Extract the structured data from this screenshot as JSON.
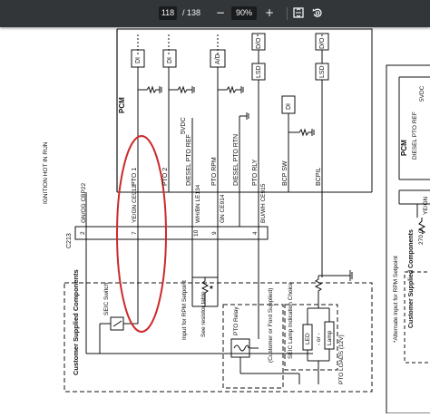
{
  "toolbar": {
    "current_page": "118",
    "page_separator": "/ 138",
    "zoom_out_symbol": "−",
    "zoom_value": "90%",
    "zoom_in_symbol": "+",
    "fit_icon": "fit-page-icon",
    "rotate_icon": "rotate-icon"
  },
  "diagram": {
    "pcm_label": "PCM",
    "boxes": [
      "DI",
      "DI",
      "A/D",
      "D/O",
      "LSD",
      "DI",
      "D/O",
      "LSD"
    ],
    "pins": [
      "PTO 1",
      "PTO 2",
      "DIESEL PTO REF",
      "PTO RPM",
      "DIESEL PTO RTN",
      "PTO RLY",
      "BCP SW",
      "BCPIL"
    ],
    "v5_label": "5VDC",
    "ignition": "IGNITION HOT IN RUN",
    "wire_codes": [
      "GN/OG CBP22",
      "YE/GN CE912",
      "WH/BN LE134",
      "GN CE914",
      "BU/WH CE915"
    ],
    "connector": "C213",
    "connector_pins": [
      "2",
      "7",
      "10",
      "9",
      "4"
    ],
    "customer_label": "Customer Supplied Components",
    "seic_switch": "SEIC Switch",
    "rpm_input": "Input for RPM Setpoint",
    "resistor_note": "See resistor table",
    "pto_relay": "PTO Relay",
    "relay_note": "(Customer or Ford Supplied)",
    "lamp_choice": "SEIC Lamp Indication Choice",
    "led": "LED",
    "or": "- or -",
    "lamp": "Lamp",
    "pto_loads": "PTO LOADS (12V)",
    "star": "*"
  },
  "side_page": {
    "note": "*Alternate input for RPM Setpoint",
    "pcm_label": "PCM",
    "diesel_pto_ref": "DIESEL PTO REF",
    "v5_label": "5VDC",
    "wire": "YE/GN",
    "customer": "Customer Supplied Components",
    "ohm": "270 Ω"
  },
  "colors": {
    "toolbar_bg": "#323639",
    "highlight": "#cc2a2a"
  }
}
